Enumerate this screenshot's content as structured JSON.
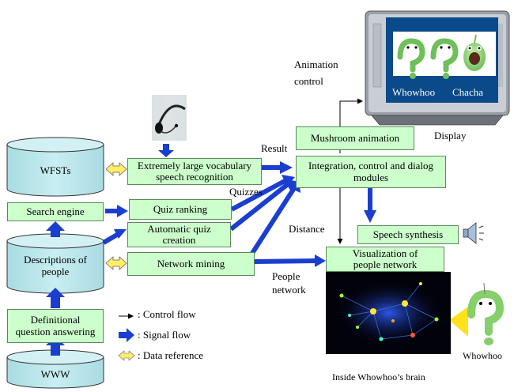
{
  "cylinders": {
    "wfsts": "WFSTs",
    "descriptions": [
      "Descriptions of",
      "people"
    ],
    "www": "WWW"
  },
  "boxes": {
    "search_engine": "Search engine",
    "definitional": [
      "Definitional",
      "question answering"
    ],
    "speech_recognition": [
      "Extremely large vocabulary",
      "speech recognition"
    ],
    "quiz_ranking": "Quiz ranking",
    "automatic_quiz": [
      "Automatic quiz",
      "creation"
    ],
    "network_mining": "Network mining",
    "mushroom_animation": "Mushroom animation",
    "integration": [
      "Integration, control and dialog",
      "modules"
    ],
    "speech_synthesis": "Speech synthesis",
    "visualization": [
      "Visualization of",
      "people network"
    ]
  },
  "labels": {
    "animation_control": [
      "Animation",
      "control"
    ],
    "result": "Result",
    "quizzes": "Quizzes",
    "distance": "Distance",
    "people_network": [
      "People",
      "network"
    ],
    "display": "Display",
    "inside_brain": "Inside Whowhoo’s brain",
    "whowhoo_right": "Whowhoo"
  },
  "tv": {
    "char1": "Whowhoo",
    "char2": "Chacha"
  },
  "legend": {
    "control_flow": ": Control flow",
    "signal_flow": ": Signal flow",
    "data_reference": ": Data reference"
  },
  "colors": {
    "box_fill": "#ccffcc",
    "cylinder_fill": "#b9e4ea",
    "signal_arrow": "#1a3fd0",
    "data_ref_arrow": "#ffee66",
    "tv_screen": "#0a4a8a",
    "tv_body": "#9aa0a8"
  }
}
